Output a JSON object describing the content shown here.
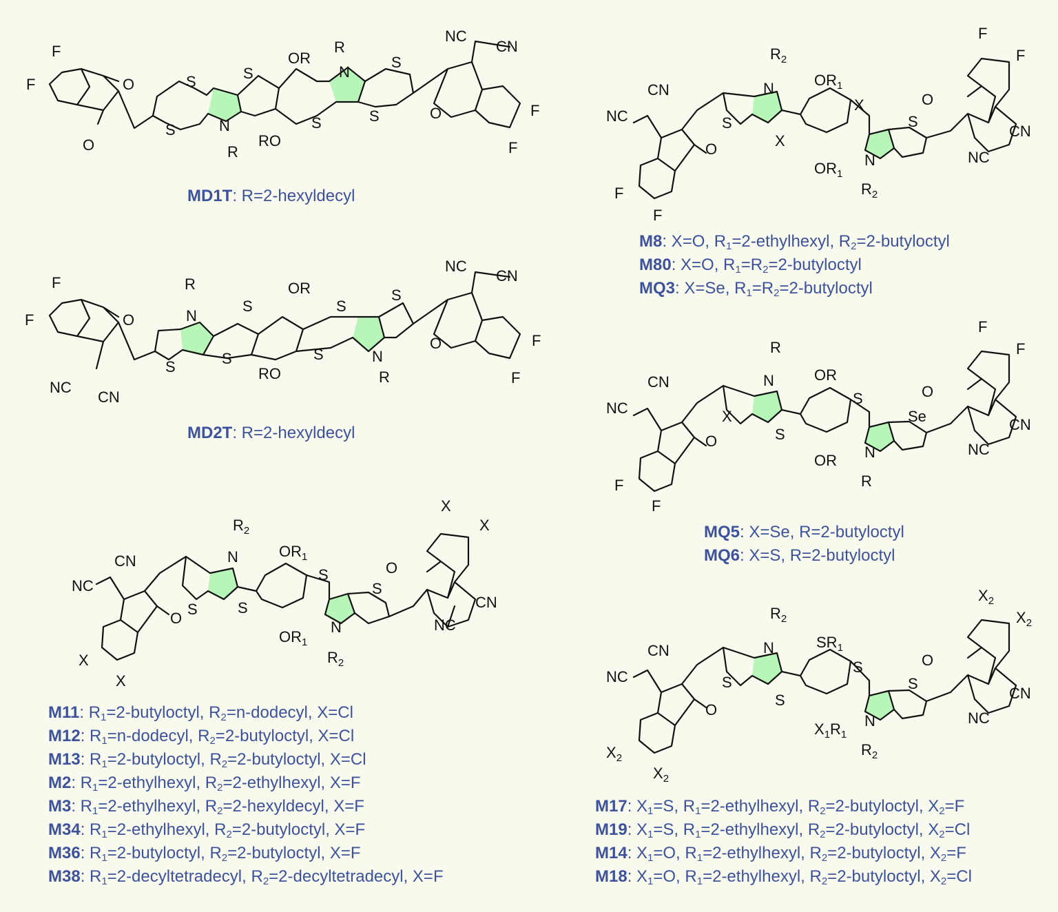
{
  "molecules": [
    {
      "id": "md1t",
      "labels": [
        "F",
        "F",
        "O",
        "O",
        "S",
        "S",
        "N",
        "R",
        "S",
        "OR",
        "RO",
        "N",
        "R",
        "S",
        "S",
        "S",
        "NC",
        "CN",
        "O",
        "F",
        "F"
      ],
      "captions": [
        {
          "name": "MD1T",
          "text": ": R=2-hexyldecyl"
        }
      ]
    },
    {
      "id": "md2t",
      "labels": [
        "F",
        "F",
        "O",
        "NC",
        "CN",
        "R",
        "N",
        "S",
        "S",
        "S",
        "OR",
        "RO",
        "S",
        "S",
        "S",
        "N",
        "R",
        "NC",
        "CN",
        "O",
        "F",
        "F"
      ],
      "captions": [
        {
          "name": "MD2T",
          "text": ": R=2-hexyldecyl"
        }
      ]
    },
    {
      "id": "m11",
      "labels": [
        "CN",
        "NC",
        "O",
        "X",
        "X",
        "R2",
        "N",
        "S",
        "S",
        "OR1",
        "OR1",
        "S",
        "S",
        "N",
        "R2",
        "O",
        "X",
        "X",
        "NC",
        "CN"
      ],
      "captions": [
        {
          "name": "M11",
          "text": ": R1=2-butyloctyl, R2=n-dodecyl, X=Cl"
        },
        {
          "name": "M12",
          "text": ": R1=n-dodecyl, R2=2-butyloctyl, X=Cl"
        },
        {
          "name": "M13",
          "text": ": R1=2-butyloctyl, R2=2-butyloctyl, X=Cl"
        },
        {
          "name": "M2",
          "text": ": R1=2-ethylhexyl, R2=2-ethylhexyl, X=F"
        },
        {
          "name": "M3",
          "text": ": R1=2-ethylhexyl, R2=2-hexyldecyl, X=F"
        },
        {
          "name": "M34",
          "text": ": R1=2-ethylhexyl, R2=2-butyloctyl, X=F"
        },
        {
          "name": "M36",
          "text": ": R1=2-butyloctyl, R2=2-butyloctyl, X=F"
        },
        {
          "name": "M38",
          "text": ": R1=2-decyltetradecyl, R2=2-decyltetradecyl, X=F"
        }
      ]
    },
    {
      "id": "m8",
      "labels": [
        "CN",
        "NC",
        "O",
        "F",
        "F",
        "R2",
        "N",
        "S",
        "X",
        "OR1",
        "OR1",
        "X",
        "S",
        "N",
        "R2",
        "O",
        "F",
        "F",
        "CN",
        "NC"
      ],
      "captions": [
        {
          "name": "M8",
          "text": ": X=O, R1=2-ethylhexyl, R2=2-butyloctyl"
        },
        {
          "name": "M80",
          "text": ": X=O, R1=R2=2-butyloctyl"
        },
        {
          "name": "MQ3",
          "text": ": X=Se, R1=R2=2-butyloctyl"
        }
      ]
    },
    {
      "id": "mq5",
      "labels": [
        "CN",
        "NC",
        "O",
        "F",
        "F",
        "R",
        "N",
        "X",
        "S",
        "OR",
        "OR",
        "S",
        "Se",
        "N",
        "R",
        "O",
        "F",
        "F",
        "CN",
        "NC"
      ],
      "captions": [
        {
          "name": "MQ5",
          "text": ": X=Se, R=2-butyloctyl"
        },
        {
          "name": "MQ6",
          "text": ": X=S, R=2-butyloctyl"
        }
      ]
    },
    {
      "id": "m17",
      "labels": [
        "CN",
        "NC",
        "O",
        "X2",
        "X2",
        "R2",
        "N",
        "S",
        "S",
        "SR1",
        "X1R1",
        "S",
        "S",
        "N",
        "R2",
        "O",
        "X2",
        "X2",
        "CN",
        "NC"
      ],
      "captions": [
        {
          "name": "M17",
          "text": ": X1=S, R1=2-ethylhexyl, R2=2-butyloctyl, X2=F"
        },
        {
          "name": "M19",
          "text": ": X1=S, R1=2-ethylhexyl, R2=2-butyloctyl, X2=Cl"
        },
        {
          "name": "M14",
          "text": ": X1=O, R1=2-ethylhexyl, R2=2-butyloctyl, X2=F"
        },
        {
          "name": "M18",
          "text": ": X1=O, R1=2-ethylhexyl, R2=2-butyloctyl, X2=Cl"
        }
      ]
    }
  ]
}
